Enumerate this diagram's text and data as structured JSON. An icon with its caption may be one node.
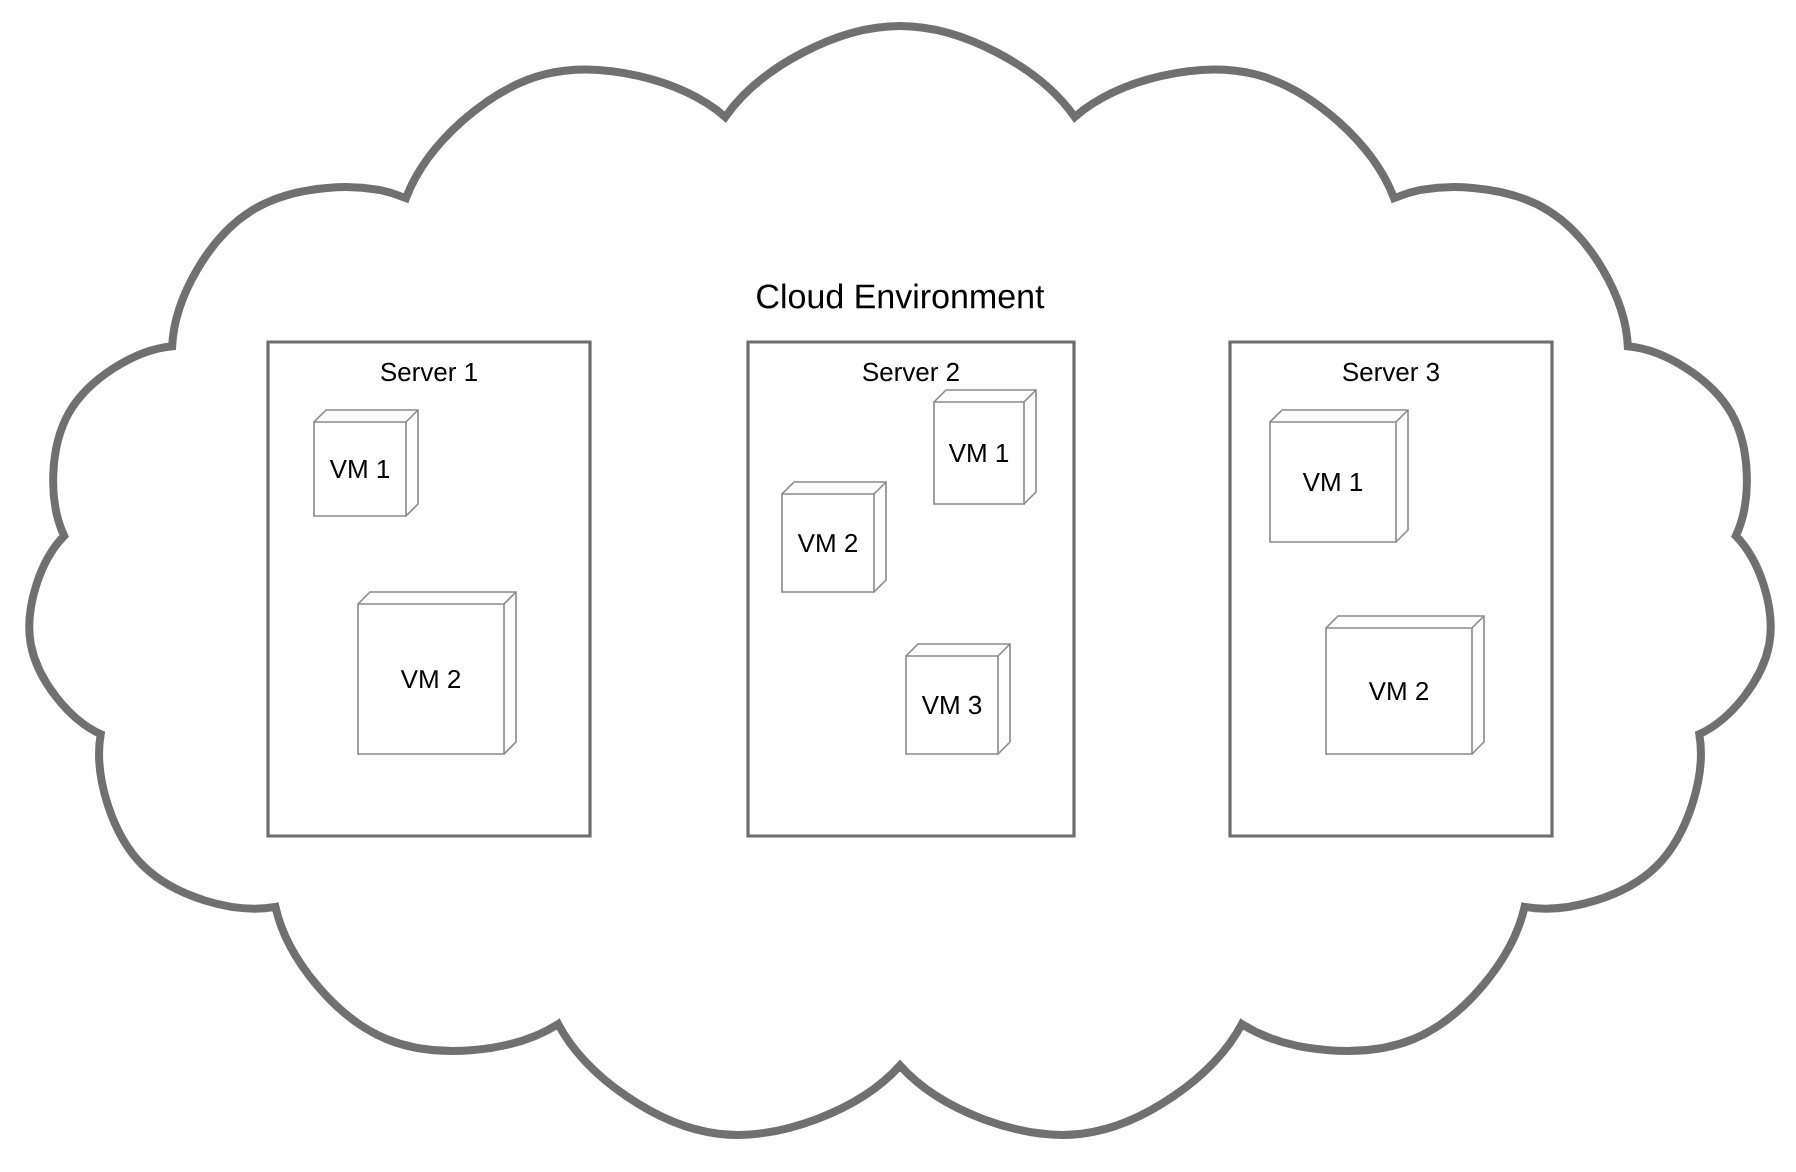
{
  "diagram": {
    "nodes": [
      {
        "text": [
          "Cloud Environment"
        ]
      },
      {
        "text": [
          "Server 1"
        ],
        "in": 0
      },
      {
        "text": [
          "VM 1"
        ],
        "in": 1
      },
      {
        "text": [
          "VM 2"
        ],
        "in": 1
      },
      {
        "text": [
          "Server 2"
        ],
        "in": 0
      },
      {
        "text": [
          "VM 1"
        ],
        "in": 4
      },
      {
        "text": [
          "VM 2"
        ],
        "in": 4
      },
      {
        "text": [
          "VM 3"
        ],
        "in": 4
      },
      {
        "text": [
          "Server 3"
        ],
        "in": 0
      },
      {
        "text": [
          "VM 1"
        ],
        "in": 8
      },
      {
        "text": [
          "VM 2"
        ],
        "in": 8
      }
    ]
  }
}
